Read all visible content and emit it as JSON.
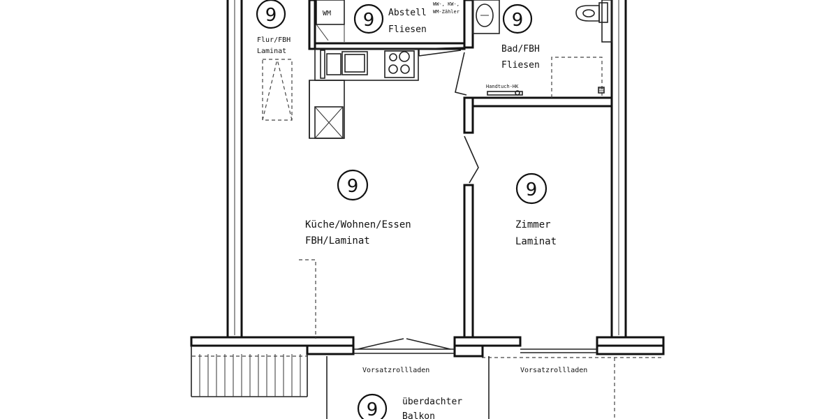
{
  "rooms": {
    "flur": {
      "number": "9",
      "name": "Flur/FBH",
      "floor": "Laminat"
    },
    "abstell": {
      "number": "9",
      "name": "Abstell",
      "floor": "Fliesen",
      "note1": "WW-, KW-,",
      "note2": "WM-Zähler",
      "wm": "WM"
    },
    "bad": {
      "number": "9",
      "name": "Bad/FBH",
      "floor": "Fliesen",
      "towel": "Handtuch-HK"
    },
    "kueche": {
      "number": "9",
      "name": "Küche/Wohnen/Essen",
      "floor": "FBH/Laminat"
    },
    "zimmer": {
      "number": "9",
      "name": "Zimmer",
      "floor": "Laminat"
    },
    "balkon": {
      "number": "9",
      "name": "überdachter",
      "floor": "Balkon"
    }
  },
  "shutters": {
    "left": "Vorsatzrollladen",
    "right": "Vorsatzrollladen"
  }
}
